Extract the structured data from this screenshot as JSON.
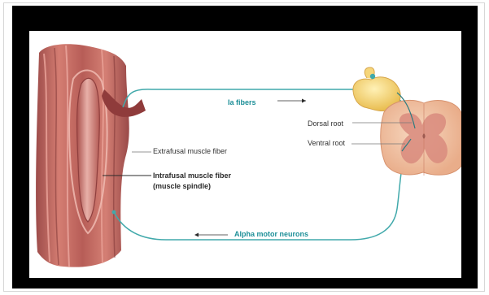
{
  "diagram": {
    "labels": {
      "ia_fibers": "Ia fibers",
      "dorsal_root": "Dorsal root",
      "ventral_root": "Ventral root",
      "extrafusal": "Extrafusal muscle fiber",
      "intrafusal_line1": "Intrafusal muscle fiber",
      "intrafusal_line2": "(muscle spindle)",
      "alpha_motor": "Alpha motor neurons"
    },
    "colors": {
      "background": "#ffffff",
      "outer_panel": "#000000",
      "nerve_path": "#41a9ab",
      "label_teal": "#1d8f98",
      "muscle": "#c86f66",
      "muscle_dark": "#9f4f4c",
      "muscle_light": "#e3a09a",
      "spindle": "#d99c95",
      "ganglion": "#f6d67a",
      "spinal_cord": "#efc2a3",
      "gray_matter": "#d98c7e"
    }
  }
}
